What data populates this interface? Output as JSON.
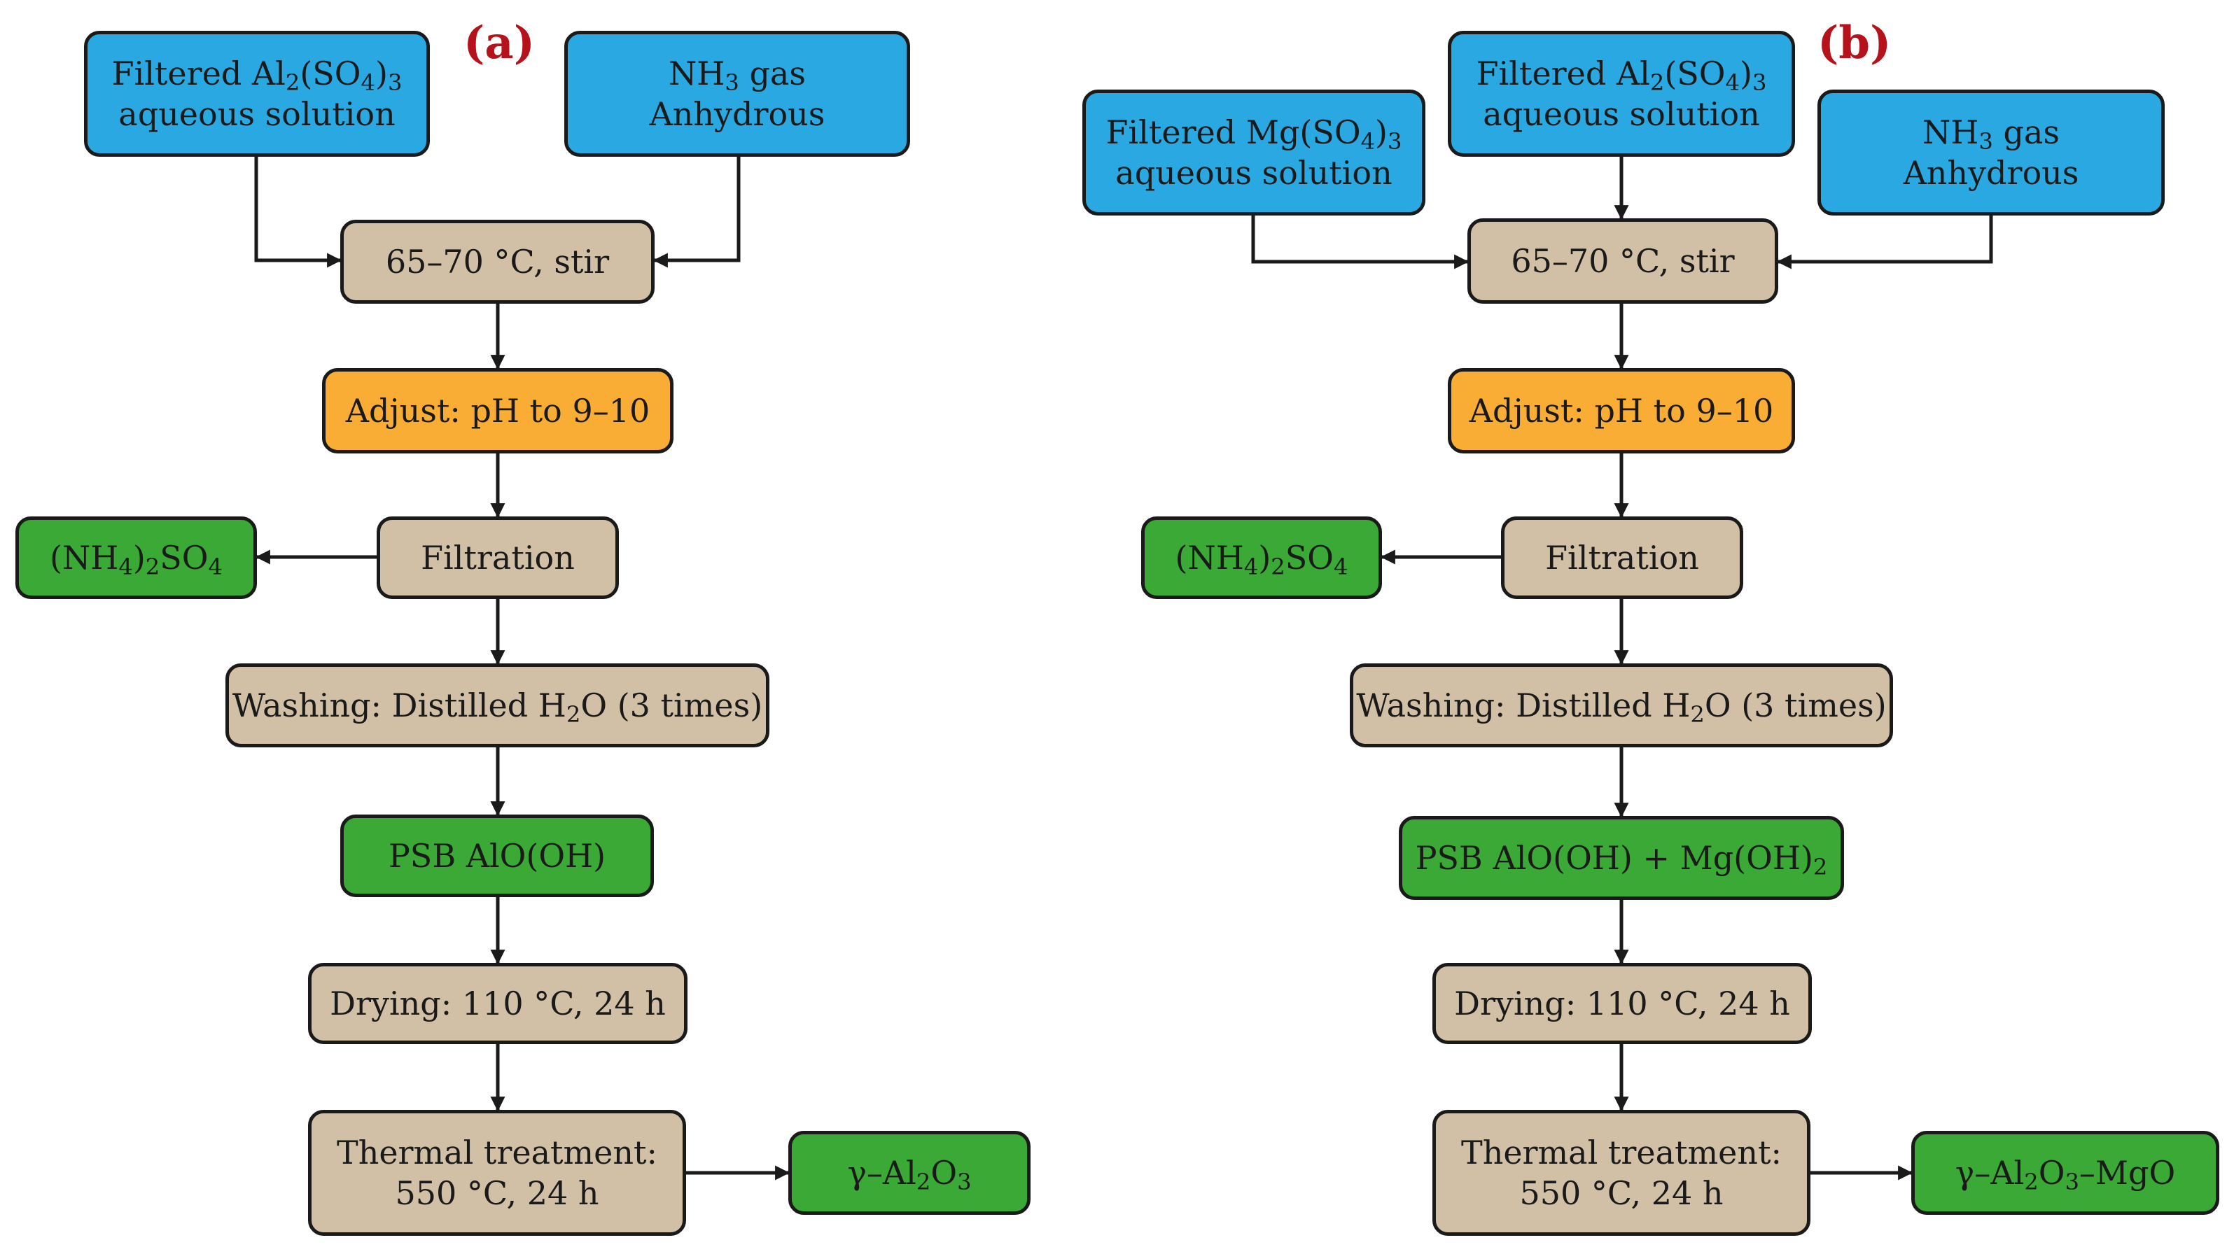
{
  "panels": {
    "a": {
      "label": "(a)",
      "nodes": {
        "al_solution": [
          "Filtered Al2(SO4)3",
          "aqueous solution"
        ],
        "nh3": [
          "NH3 gas",
          "Anhydrous"
        ],
        "stir": [
          "65–70 °C, stir"
        ],
        "adjust": [
          "Adjust: pH to 9–10"
        ],
        "byproduct": [
          "(NH4)2SO4"
        ],
        "filtration": [
          "Filtration"
        ],
        "washing": [
          "Washing: Distilled H2O (3 times)"
        ],
        "psb": [
          "PSB AlO(OH)"
        ],
        "drying": [
          "Drying: 110 °C, 24 h"
        ],
        "thermal": [
          "Thermal treatment:",
          "550 °C, 24 h"
        ],
        "product": [
          "γ–Al2O3"
        ]
      }
    },
    "b": {
      "label": "(b)",
      "nodes": {
        "mg_solution": [
          "Filtered Mg(SO4)3",
          "aqueous solution"
        ],
        "al_solution": [
          "Filtered Al2(SO4)3",
          "aqueous solution"
        ],
        "nh3": [
          "NH3 gas",
          "Anhydrous"
        ],
        "stir": [
          "65–70 °C, stir"
        ],
        "adjust": [
          "Adjust: pH to 9–10"
        ],
        "byproduct": [
          "(NH4)2SO4"
        ],
        "filtration": [
          "Filtration"
        ],
        "washing": [
          "Washing: Distilled H2O (3 times)"
        ],
        "psb": [
          "PSB AlO(OH) + Mg(OH)2"
        ],
        "drying": [
          "Drying: 110 °C, 24 h"
        ],
        "thermal": [
          "Thermal treatment:",
          "550 °C, 24 h"
        ],
        "product": [
          "γ–Al2O3–MgO"
        ]
      }
    }
  },
  "colors": {
    "input": "#29a8e2",
    "process": "#d1c0a6",
    "adjust": "#f9ad34",
    "product": "#3aa935",
    "label": "#b5121b"
  }
}
